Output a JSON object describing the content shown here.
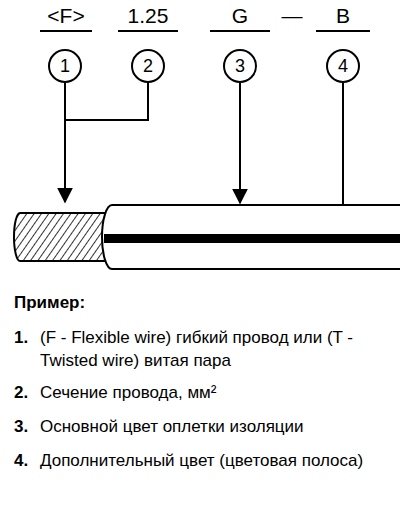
{
  "diagram": {
    "nodes": [
      {
        "text": [
          "1"
        ]
      },
      {
        "text": [
          "2"
        ]
      },
      {
        "text": [
          "3"
        ]
      },
      {
        "text": [
          "4"
        ]
      }
    ],
    "labels": [
      "<F>",
      "1.25",
      "G",
      "—",
      "B",
      "Пример:",
      "1.",
      "(F - Flexible wire) гибкий провод или (T - Twisted wire) витая пара",
      "2.",
      "Сечение провода, мм²",
      "3.",
      "Основной цвет оплетки изоляции",
      "4.",
      "Дополнительный цвет (цветовая полоса)"
    ]
  }
}
